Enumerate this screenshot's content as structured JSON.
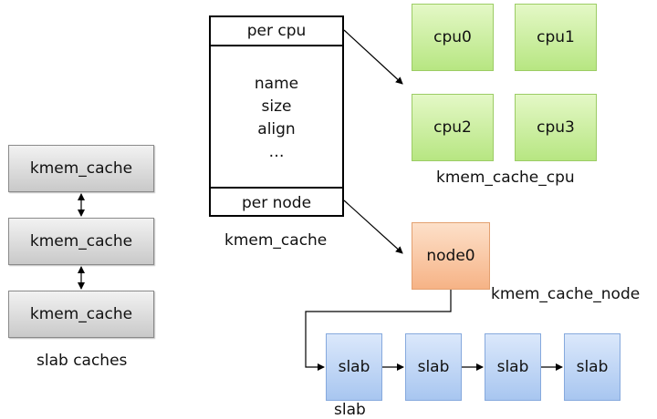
{
  "left_stack": {
    "boxes": [
      "kmem_cache",
      "kmem_cache",
      "kmem_cache"
    ],
    "caption": "slab caches"
  },
  "struct": {
    "top_field": "per cpu",
    "middle_fields": [
      "name",
      "size",
      "align",
      "…"
    ],
    "bottom_field": "per node",
    "caption": "kmem_cache"
  },
  "cpus": {
    "items": [
      "cpu0",
      "cpu1",
      "cpu2",
      "cpu3"
    ],
    "caption": "kmem_cache_cpu"
  },
  "node": {
    "label": "node0",
    "caption": "kmem_cache_node"
  },
  "slabs": {
    "items": [
      "slab",
      "slab",
      "slab",
      "slab"
    ],
    "caption": "slab"
  },
  "colors": {
    "cpu_fill": "#b7e682",
    "node_fill": "#f6b386",
    "slab_fill": "#a8c6f0",
    "cache_fill": "#c9c9c9"
  }
}
